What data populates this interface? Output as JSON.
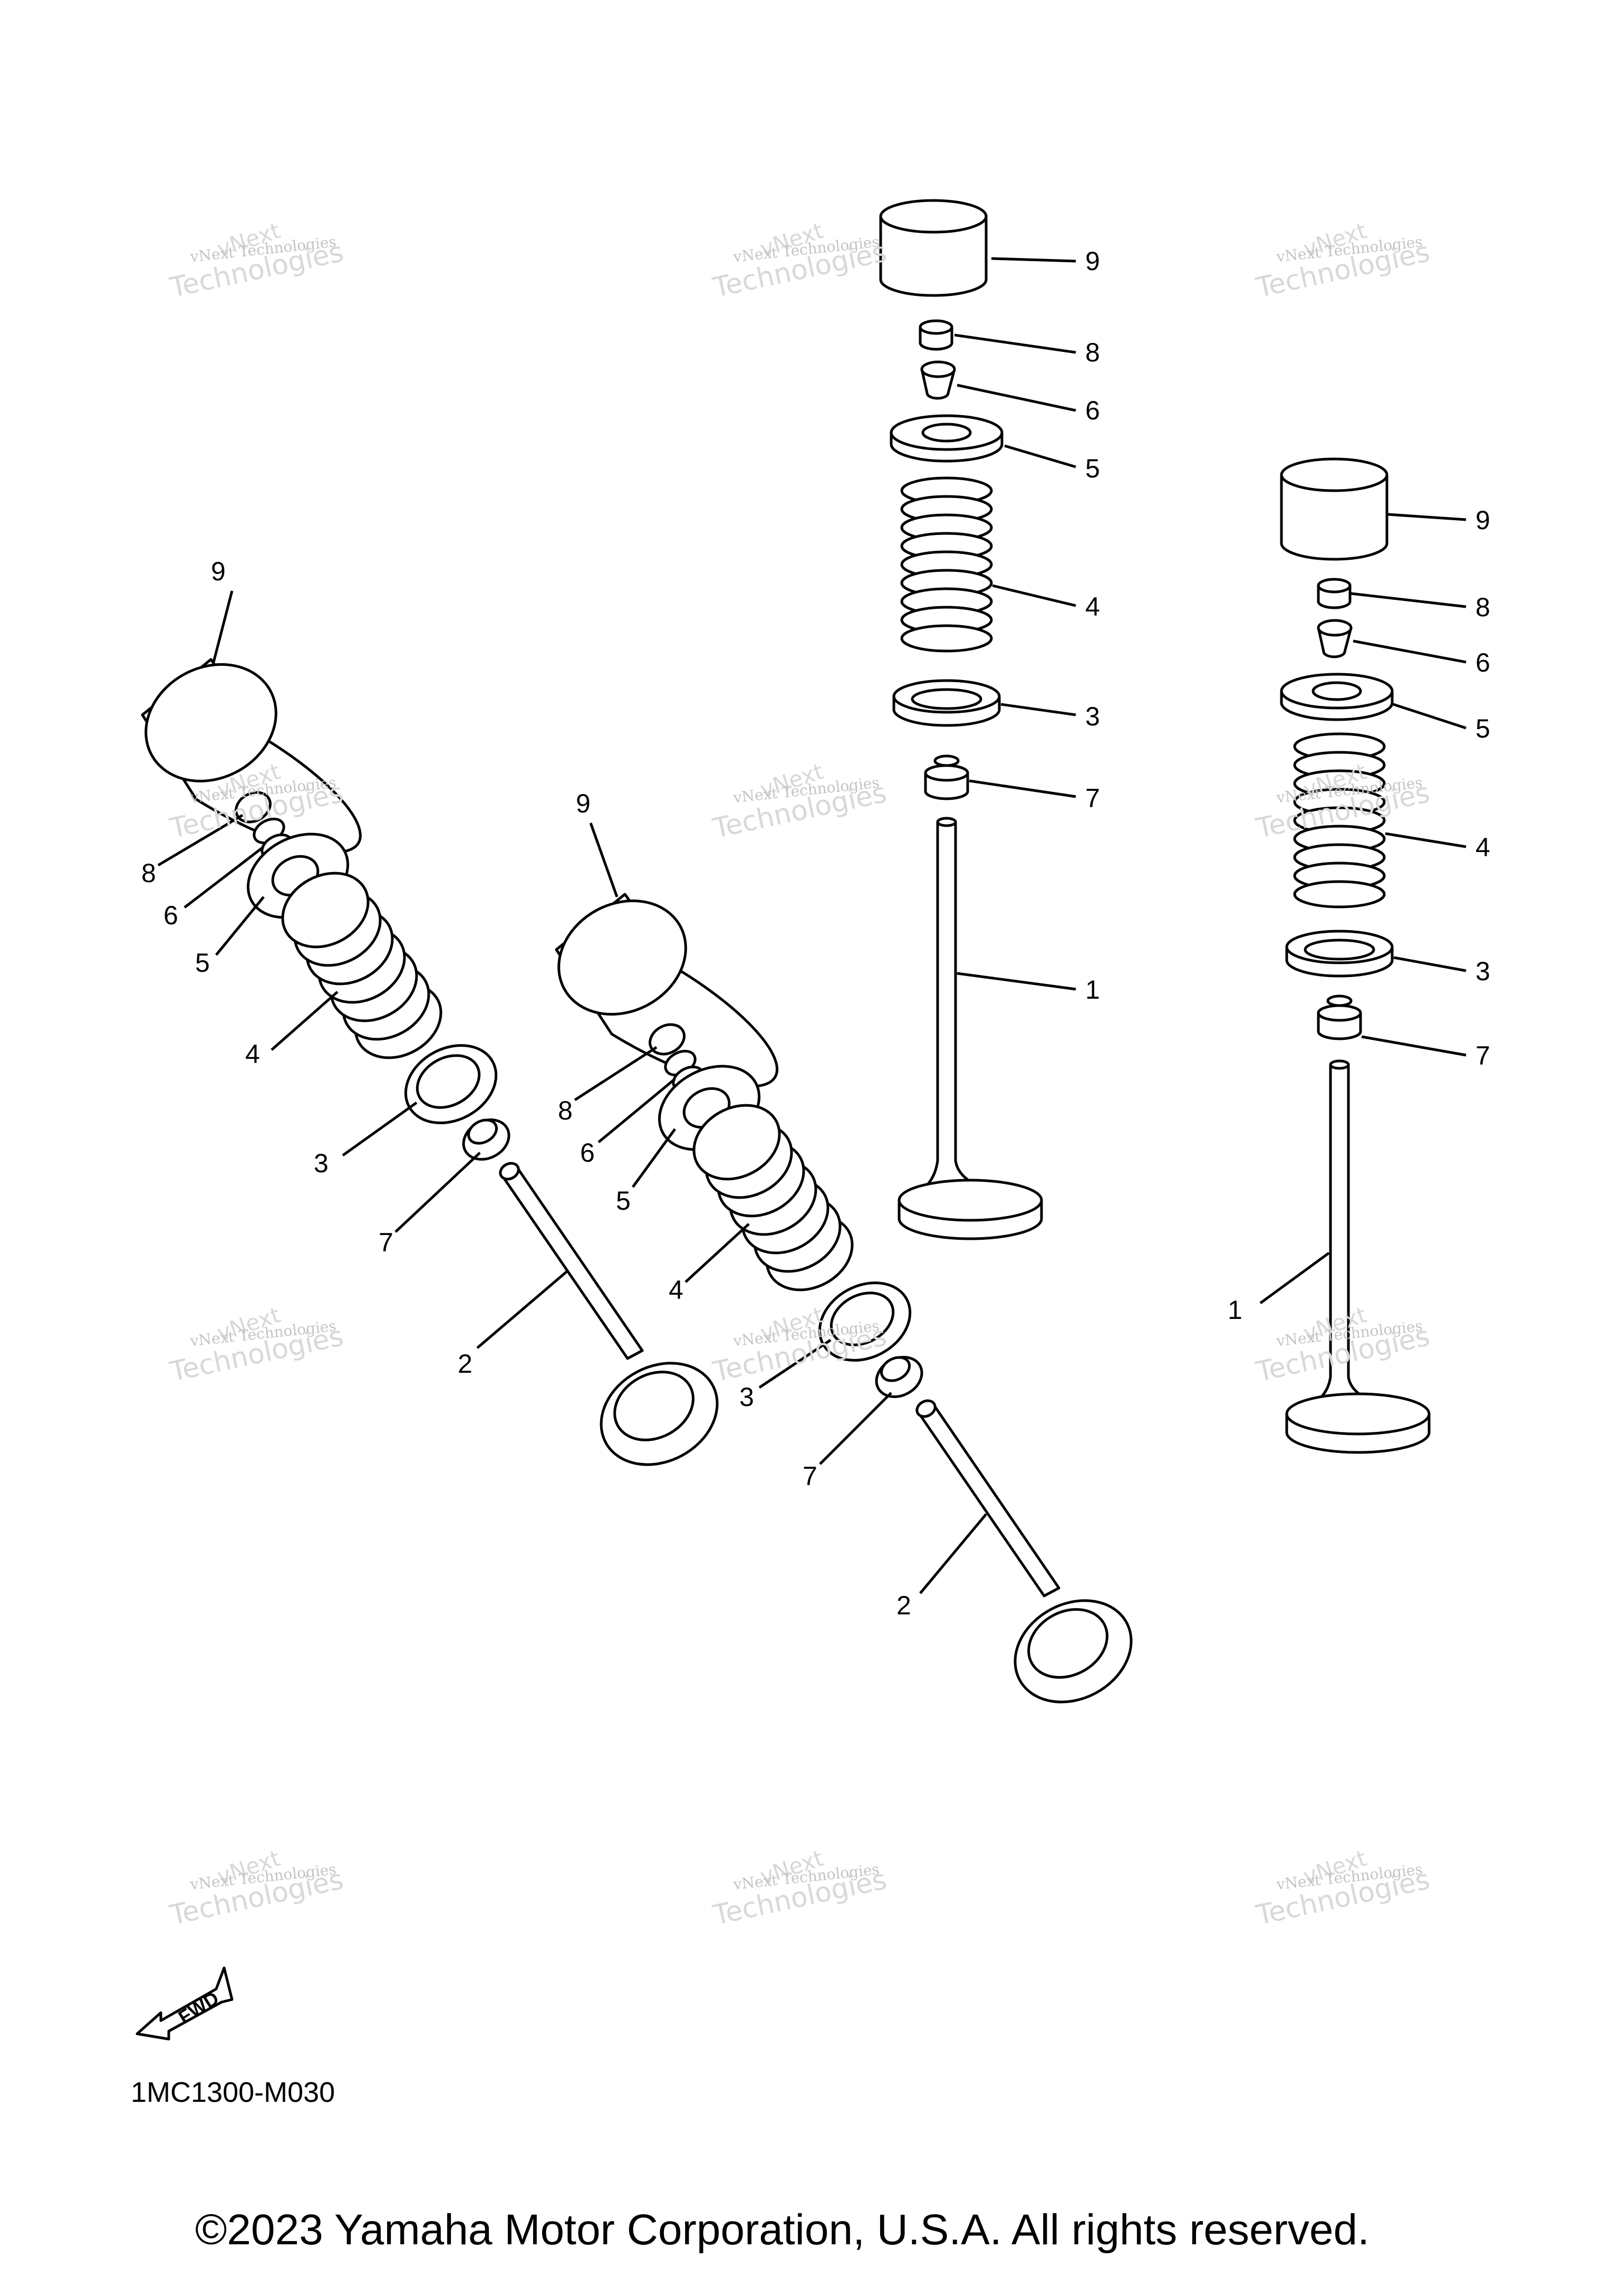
{
  "callouts": {
    "l9": "9",
    "l8": "8",
    "l6": "6",
    "l5": "5",
    "l4": "4",
    "l3": "3",
    "l7": "7",
    "l2": "2",
    "l1": "1"
  },
  "watermark": {
    "line1": "vNext Technologies",
    "line2": "vNext",
    "line3": "Technologies"
  },
  "fwd_label": "FWD",
  "diagram_code": "1MC1300-M030",
  "copyright": "©2023 Yamaha Motor Corporation, U.S.A. All rights reserved."
}
